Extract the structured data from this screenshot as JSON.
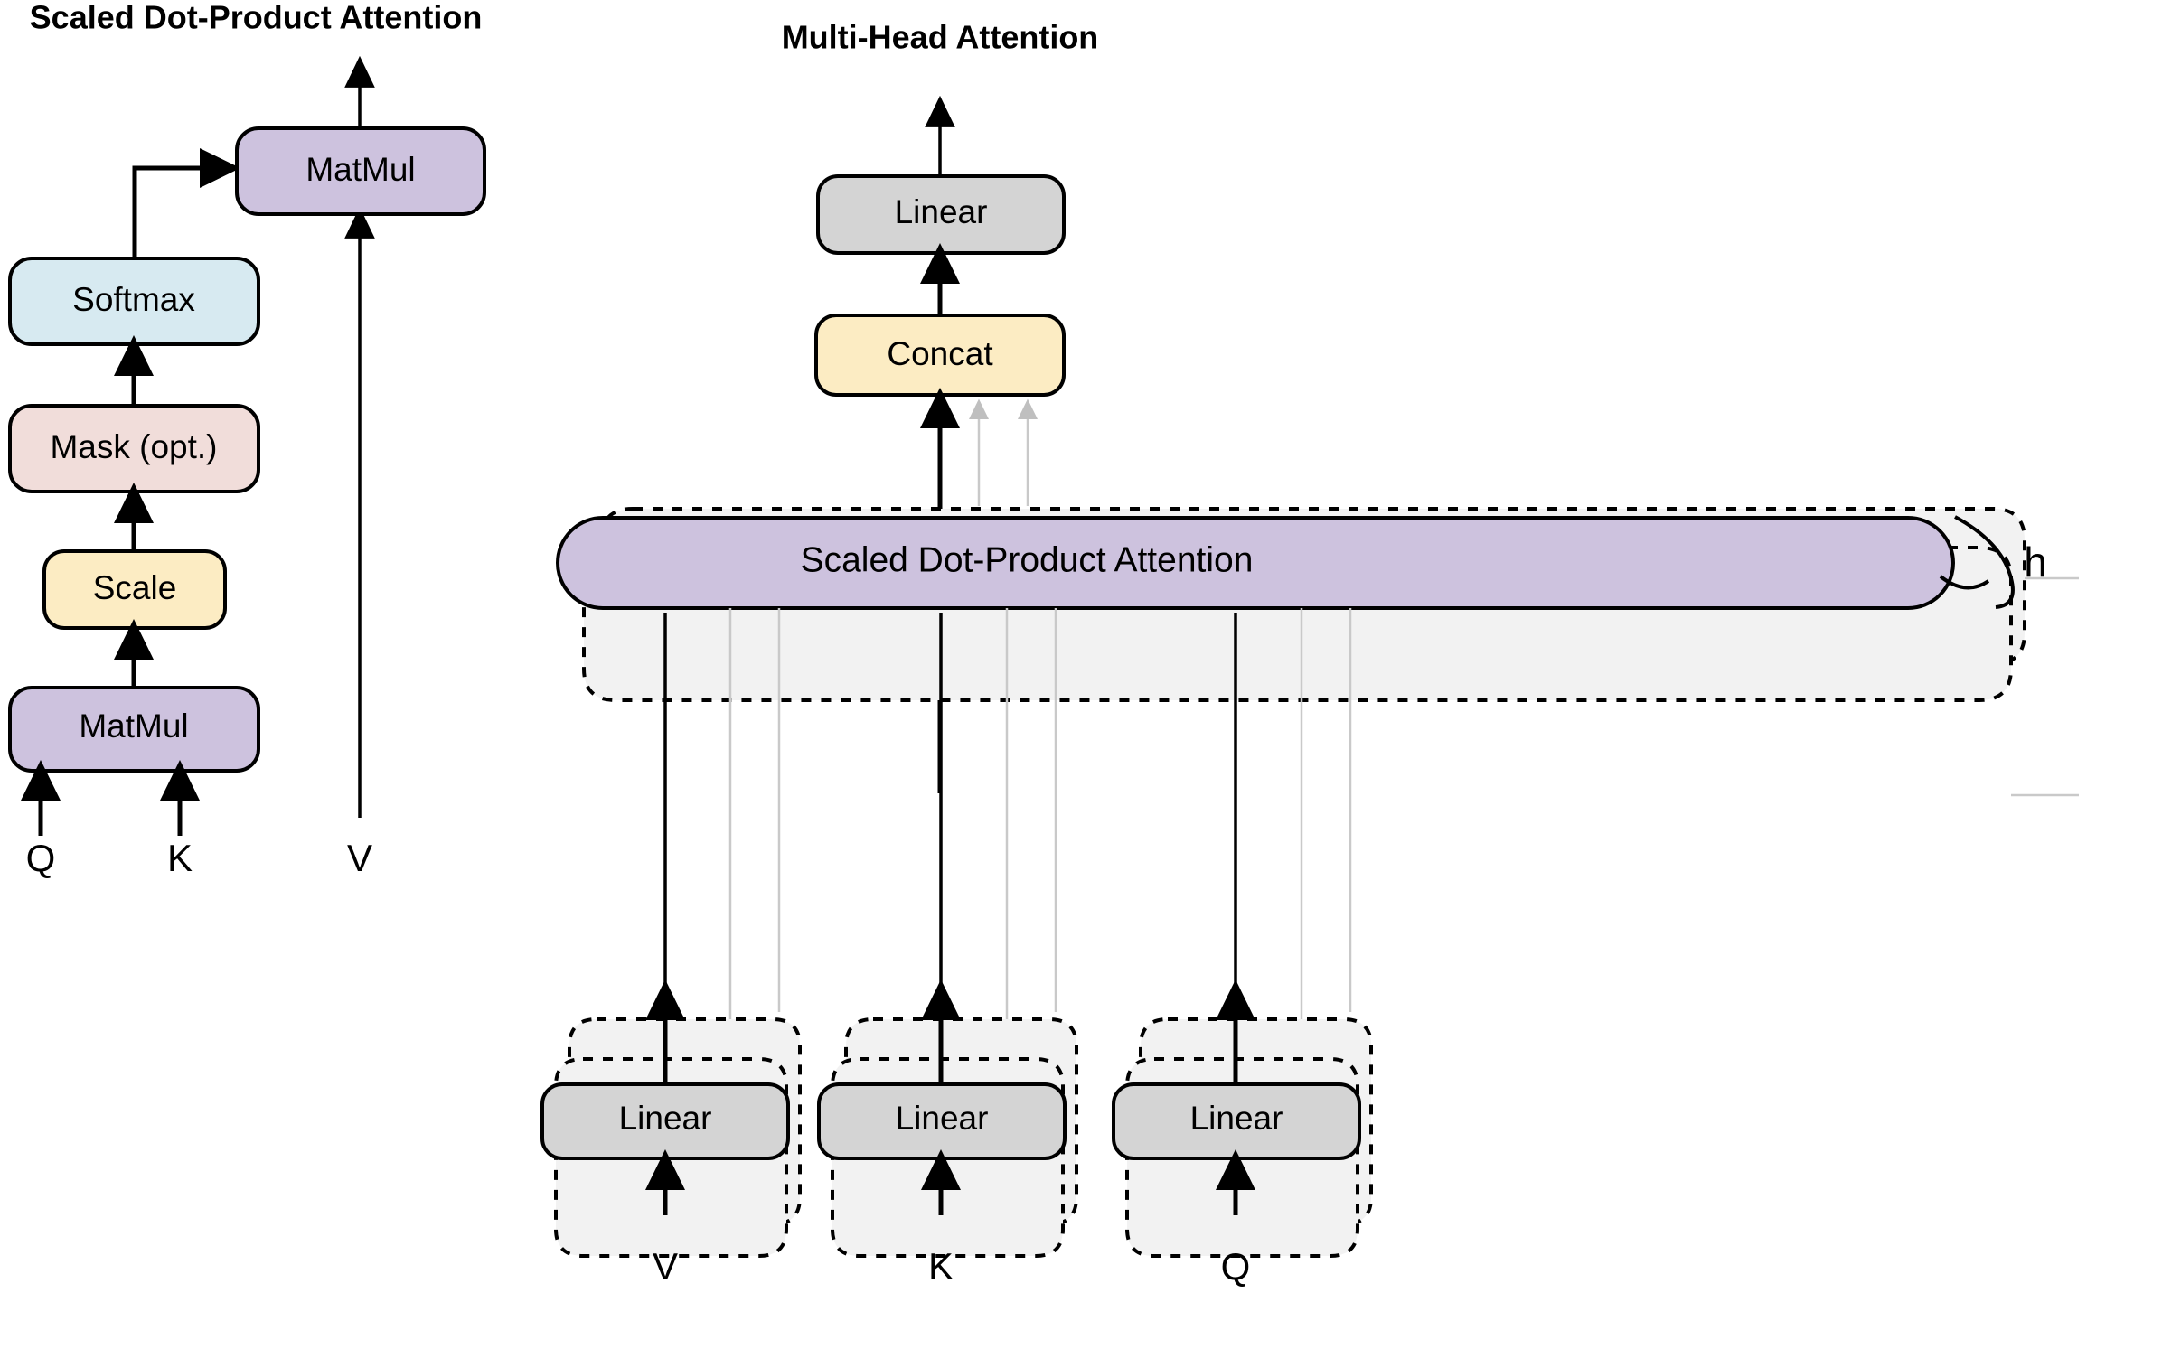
{
  "figure": {
    "panels": [
      {
        "id": "sdpa",
        "title": "Scaled Dot-Product Attention",
        "nodes": [
          {
            "id": "matmul-top",
            "label": "MatMul",
            "fill": "#cdc2de"
          },
          {
            "id": "softmax",
            "label": "Softmax",
            "fill": "#d7eaf1"
          },
          {
            "id": "mask",
            "label": "Mask (opt.)",
            "fill": "#f1ddda"
          },
          {
            "id": "scale",
            "label": "Scale",
            "fill": "#fcecc3"
          },
          {
            "id": "matmul-bottom",
            "label": "MatMul",
            "fill": "#cdc2de"
          }
        ],
        "inputs": [
          {
            "id": "input-q",
            "label": "Q"
          },
          {
            "id": "input-k",
            "label": "K"
          },
          {
            "id": "input-v",
            "label": "V"
          }
        ]
      },
      {
        "id": "mha",
        "title": "Multi-Head Attention",
        "nodes": [
          {
            "id": "linear-out",
            "label": "Linear",
            "fill": "#d4d4d4"
          },
          {
            "id": "concat",
            "label": "Concat",
            "fill": "#fcecc3"
          },
          {
            "id": "sdpa-bar",
            "label": "Scaled Dot-Product Attention",
            "fill": "#cdc2de"
          },
          {
            "id": "linear-v",
            "label": "Linear",
            "fill": "#d4d4d4"
          },
          {
            "id": "linear-k",
            "label": "Linear",
            "fill": "#d4d4d4"
          },
          {
            "id": "linear-q",
            "label": "Linear",
            "fill": "#d4d4d4"
          }
        ],
        "head_count_label": "h",
        "inputs": [
          {
            "id": "input-v",
            "label": "V"
          },
          {
            "id": "input-k",
            "label": "K"
          },
          {
            "id": "input-q",
            "label": "Q"
          }
        ]
      }
    ],
    "colors": {
      "purple": "#cdc2de",
      "light_blue": "#d7eaf1",
      "pink": "#f1ddda",
      "yellow": "#fcecc3",
      "gray": "#d4d4d4",
      "ghost_fill": "#f2f2f2",
      "faint_line": "#c9c9c9",
      "ghost_arrow": "#c0c0c0",
      "outline": "#000000",
      "background": "#ffffff"
    }
  }
}
